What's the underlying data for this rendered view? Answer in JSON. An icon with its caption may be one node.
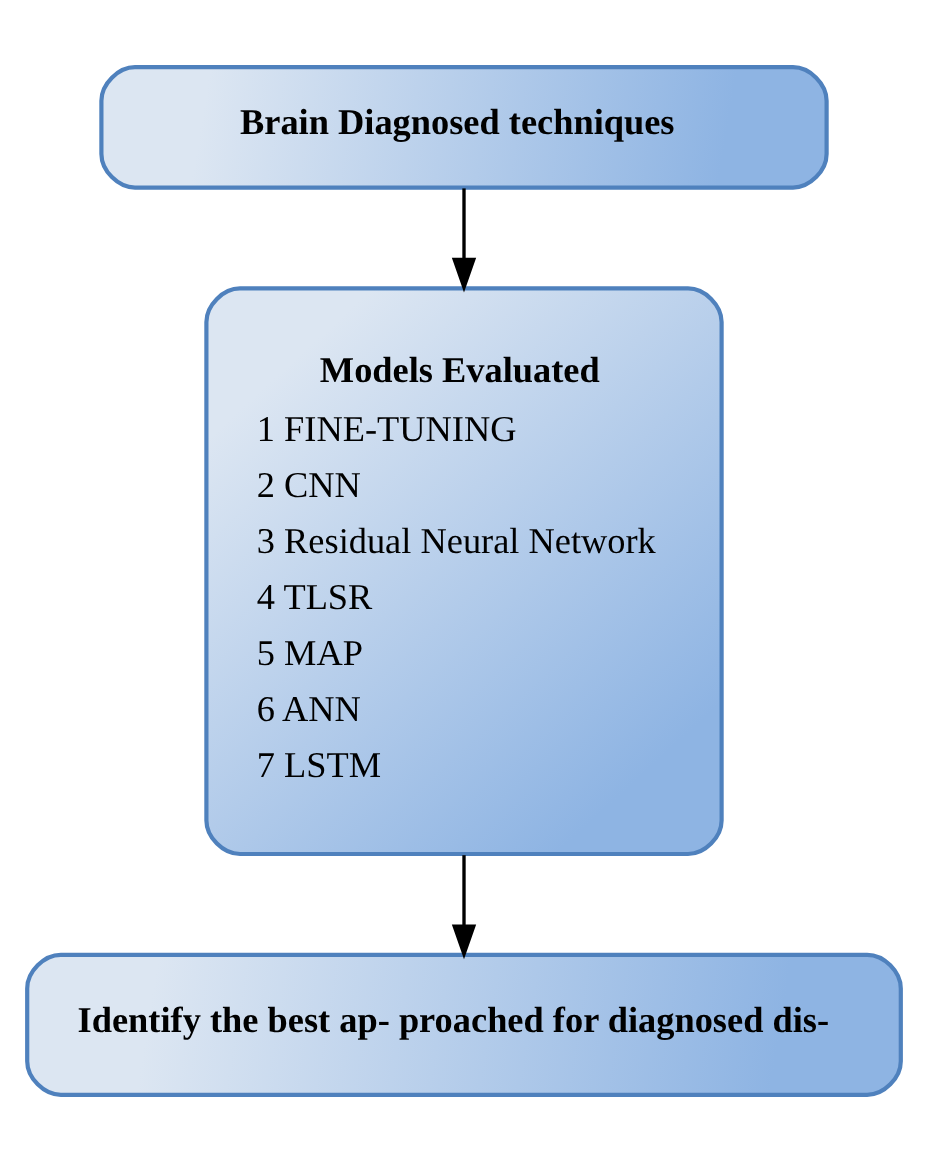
{
  "diagram": {
    "nodes": [
      {
        "text": [
          "Brain Diagnosed techniques"
        ]
      },
      {
        "text": [
          "Models Evaluated",
          "1 FINE-TUNING",
          "2 CNN",
          "3 Residual Neural Network",
          "4 TLSR",
          "5 MAP",
          "6 ANN",
          "7 LSTM"
        ]
      },
      {
        "text": [
          "Identify the best ap- proached for diagnosed dis-"
        ]
      }
    ],
    "edges": [
      {
        "from": 0,
        "to": 1,
        "arrow": "to"
      },
      {
        "from": 1,
        "to": 2,
        "arrow": "to"
      }
    ]
  }
}
